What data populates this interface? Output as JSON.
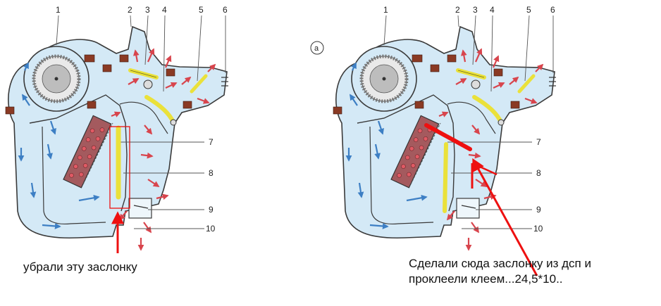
{
  "colors": {
    "body_fill": "#d4e9f6",
    "outline": "#3a3a3a",
    "flow_blue": "#3d7fc4",
    "flow_red": "#d8454d",
    "flap_yellow": "#eae13a",
    "heater_core": "#a45a5e",
    "annotation_red": "#ee1010"
  },
  "diagrams": [
    {
      "panel": "left",
      "letter": "",
      "callouts": [
        "1",
        "2",
        "3",
        "4",
        "5",
        "6",
        "7",
        "8",
        "9",
        "10"
      ]
    },
    {
      "panel": "right",
      "letter": "а",
      "callouts": [
        "1",
        "2",
        "3",
        "4",
        "5",
        "6",
        "7",
        "8",
        "9",
        "10"
      ]
    }
  ],
  "captions": {
    "left": "убрали эту заслонку",
    "right_line1": "Сделали сюда заслонку из дсп и",
    "right_line2": "проклеели клеем...24,5*10.."
  }
}
